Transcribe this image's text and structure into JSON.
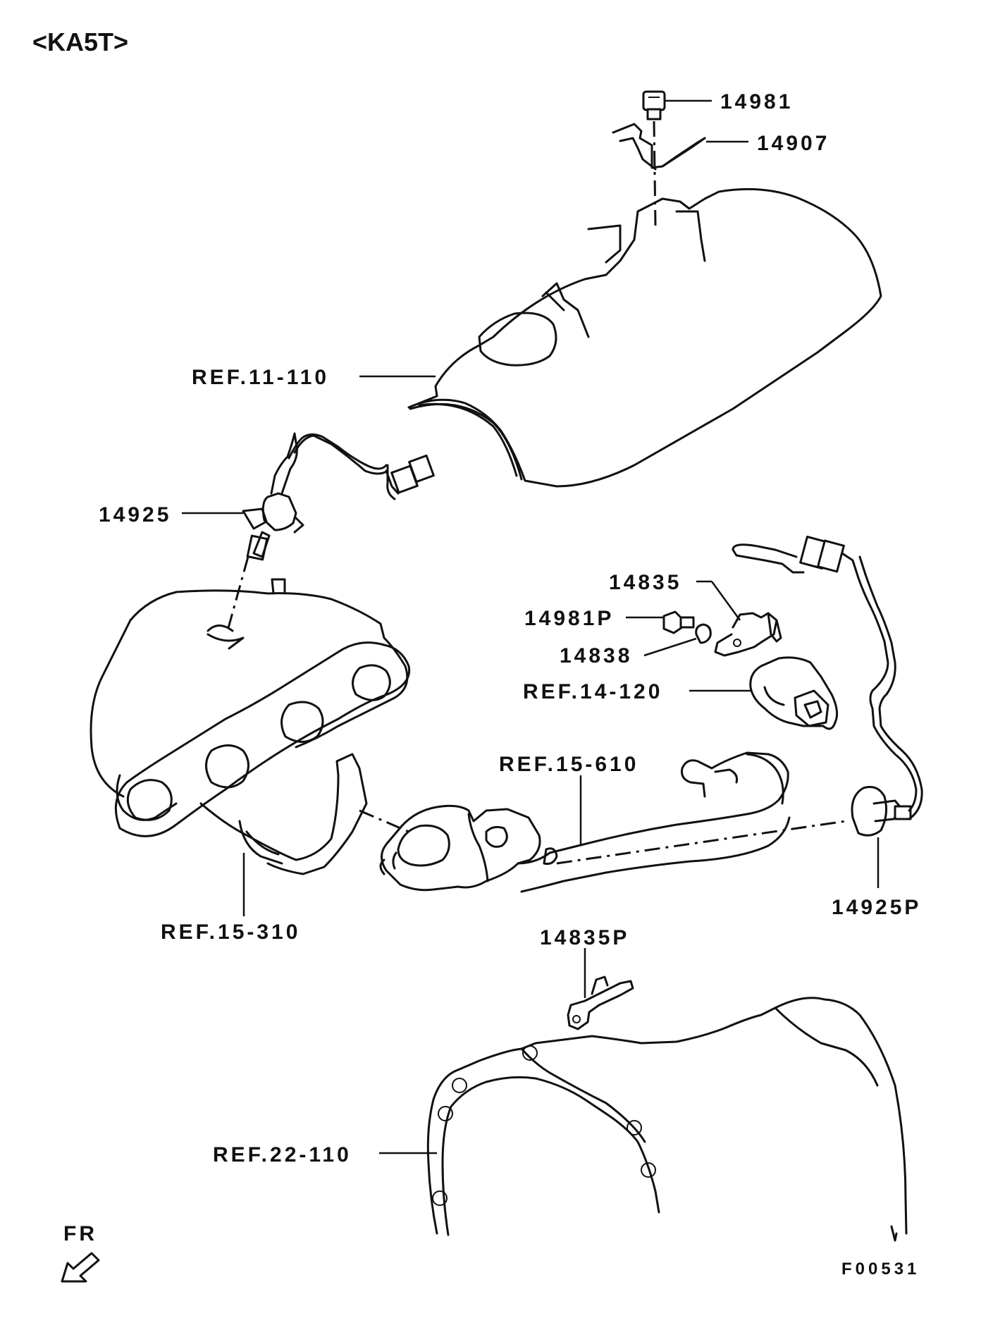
{
  "header": {
    "model_code": "<KA5T>"
  },
  "callouts": {
    "c14981": "14981",
    "c14907": "14907",
    "ref11_110": "REF.11-110",
    "c14925": "14925",
    "c14835": "14835",
    "c14981p": "14981P",
    "c14838": "14838",
    "ref14_120": "REF.14-120",
    "ref15_610": "REF.15-610",
    "ref15_310": "REF.15-310",
    "c14925p": "14925P",
    "c14835p": "14835P",
    "ref22_110": "REF.22-110"
  },
  "orientation": {
    "label": "FR"
  },
  "figure_code": "F00531",
  "icons": {
    "direction": "front-arrow-icon"
  }
}
